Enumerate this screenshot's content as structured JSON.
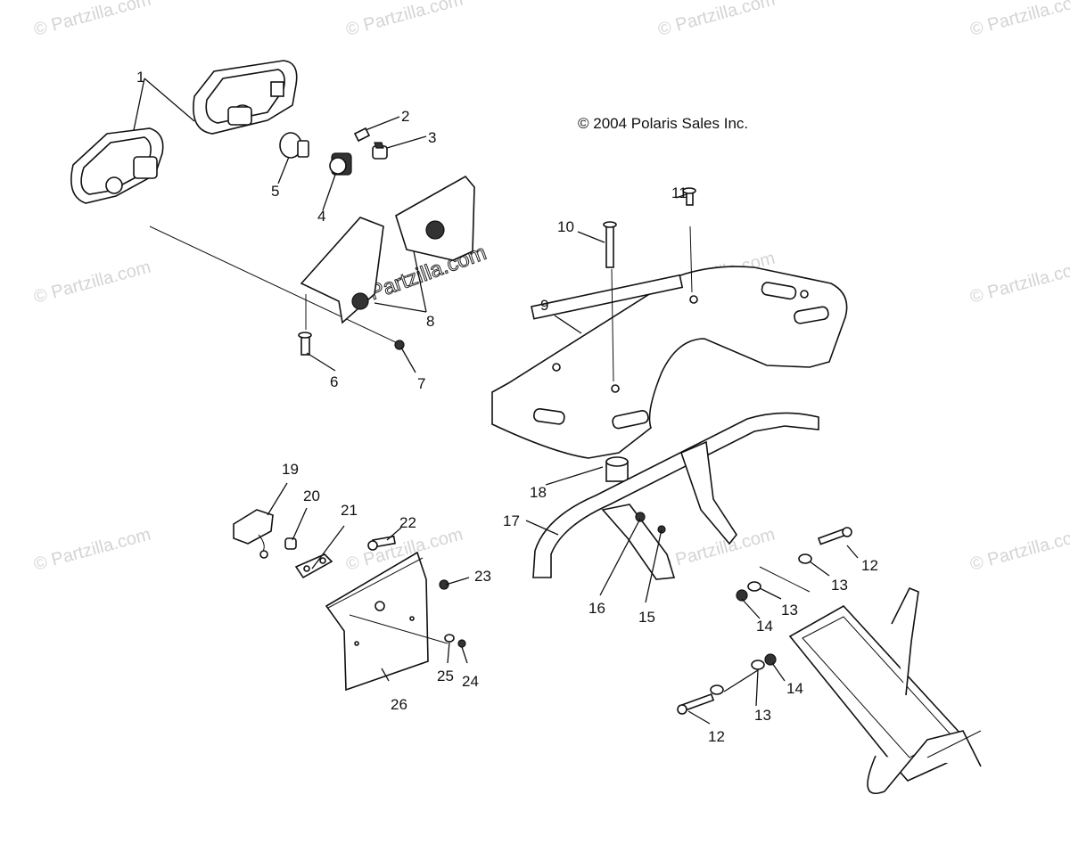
{
  "copyright": "© 2004 Polaris Sales Inc.",
  "watermark": "© Partzilla.com",
  "colors": {
    "ink": "#111111",
    "watermark": "#d4d4d4",
    "background": "#ffffff"
  },
  "callouts": [
    {
      "id": "1",
      "label": "1"
    },
    {
      "id": "2",
      "label": "2"
    },
    {
      "id": "3",
      "label": "3"
    },
    {
      "id": "4",
      "label": "4"
    },
    {
      "id": "5",
      "label": "5"
    },
    {
      "id": "6",
      "label": "6"
    },
    {
      "id": "7",
      "label": "7"
    },
    {
      "id": "8",
      "label": "8"
    },
    {
      "id": "9",
      "label": "9"
    },
    {
      "id": "10",
      "label": "10"
    },
    {
      "id": "11",
      "label": "11"
    },
    {
      "id": "12a",
      "label": "12"
    },
    {
      "id": "12b",
      "label": "12"
    },
    {
      "id": "13a",
      "label": "13"
    },
    {
      "id": "13b",
      "label": "13"
    },
    {
      "id": "13c",
      "label": "13"
    },
    {
      "id": "14a",
      "label": "14"
    },
    {
      "id": "14b",
      "label": "14"
    },
    {
      "id": "15",
      "label": "15"
    },
    {
      "id": "16",
      "label": "16"
    },
    {
      "id": "17",
      "label": "17"
    },
    {
      "id": "18",
      "label": "18"
    },
    {
      "id": "19",
      "label": "19"
    },
    {
      "id": "20",
      "label": "20"
    },
    {
      "id": "21",
      "label": "21"
    },
    {
      "id": "22",
      "label": "22"
    },
    {
      "id": "23",
      "label": "23"
    },
    {
      "id": "24",
      "label": "24"
    },
    {
      "id": "25",
      "label": "25"
    },
    {
      "id": "26",
      "label": "26"
    }
  ]
}
